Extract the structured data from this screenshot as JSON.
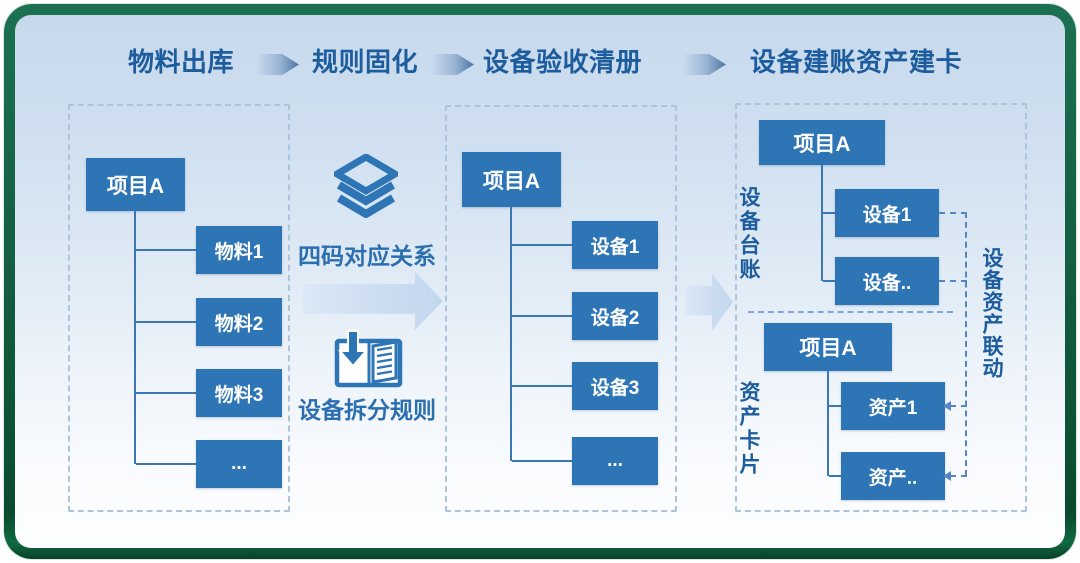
{
  "header": {
    "steps": [
      "物料出库",
      "规则固化",
      "设备验收清册",
      "设备建账资产建卡"
    ]
  },
  "annotations": {
    "mapping_label": "四码对应关系",
    "split_rule_label": "设备拆分规则",
    "linkage_label": "设备资产联动"
  },
  "panels": {
    "materials": {
      "root": "项目A",
      "children": [
        "物料1",
        "物料2",
        "物料3",
        "..."
      ]
    },
    "devices": {
      "root": "项目A",
      "children": [
        "设备1",
        "设备2",
        "设备3",
        "..."
      ]
    },
    "ledger": {
      "side_label": "设备台账",
      "root": "项目A",
      "children": [
        "设备1",
        "设备.."
      ]
    },
    "assets": {
      "side_label": "资产卡片",
      "root": "项目A",
      "children": [
        "资产1",
        "资产.."
      ]
    }
  },
  "colors": {
    "node_blue": "#2e75b6",
    "heading_blue": "#1d5c9d",
    "frame_green": "#135c42",
    "soft_arrow_blue": "#c9dcf0",
    "dashed_link_blue": "#5585c5"
  }
}
